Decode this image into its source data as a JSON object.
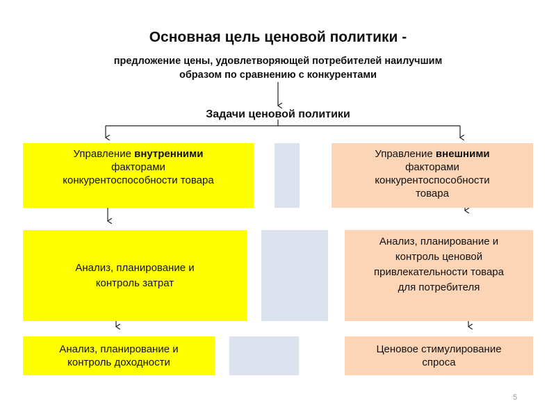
{
  "header": {
    "title": "Основная цель ценовой политики -",
    "subtitle_line1": "предложение цены, удовлетворяющей потребителей наилучшим",
    "subtitle_line2": "образом по сравнению с конкурентами"
  },
  "tasks_heading": "Задачи ценовой политики",
  "left": {
    "box1": {
      "prefix": "Управление ",
      "emphasis": "внутренними",
      "line2": "факторами",
      "line3": "конкурентоспособности товара"
    },
    "box2": {
      "line1": "Анализ, планирование и",
      "line2": "контроль затрат"
    },
    "box3": {
      "line1": "Анализ, планирование и",
      "line2": "контроль доходности"
    }
  },
  "right": {
    "box1": {
      "prefix": "Управление ",
      "emphasis": "внешними",
      "line2": "факторами",
      "line3": "конкурентоспособности",
      "line4": "товара"
    },
    "box2": {
      "line1": "Анализ, планирование и",
      "line2": "контроль ценовой",
      "line3": "привлекательности товара",
      "line4": "для потребителя"
    },
    "box3": {
      "line1": "Ценовое стимулирование",
      "line2": "спроса"
    }
  },
  "page_number": "5",
  "colors": {
    "yellow": "#ffff00",
    "peach": "#fbd5b5",
    "grey_block": "#dce3ee"
  }
}
